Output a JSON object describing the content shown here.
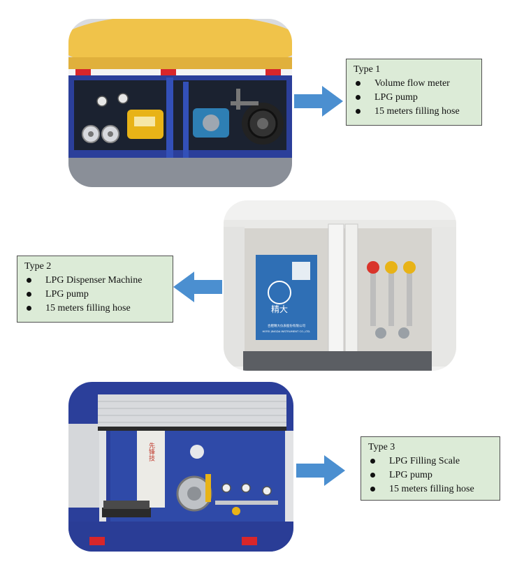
{
  "colors": {
    "box_fill": "#dcebd7",
    "box_border": "#4f4f4f",
    "arrow": "#4b8fd0",
    "truck_blue": "#2b3f9a",
    "tank_yellow": "#f0c34a",
    "pump_yellow": "#e8b317",
    "dispenser_blue": "#2f6fb5"
  },
  "type1": {
    "title": "Type 1",
    "items": [
      "Volume flow meter",
      "LPG pump",
      "15 meters filling hose"
    ]
  },
  "type2": {
    "title": "Type 2",
    "items": [
      "LPG Dispenser Machine",
      "LPG pump",
      "15 meters filling hose"
    ]
  },
  "type3": {
    "title": "Type 3",
    "items": [
      "LPG Filling Scale",
      "LPG pump",
      "15 meters filling hose"
    ]
  },
  "dispenser": {
    "logo_chars": "精大",
    "company_cn": "合肥精大仪表股份有限公司",
    "company_en": "HEFEI JINGDA INSTRUMENT CO.,LTD."
  },
  "cabinet_sign": "先锋技"
}
